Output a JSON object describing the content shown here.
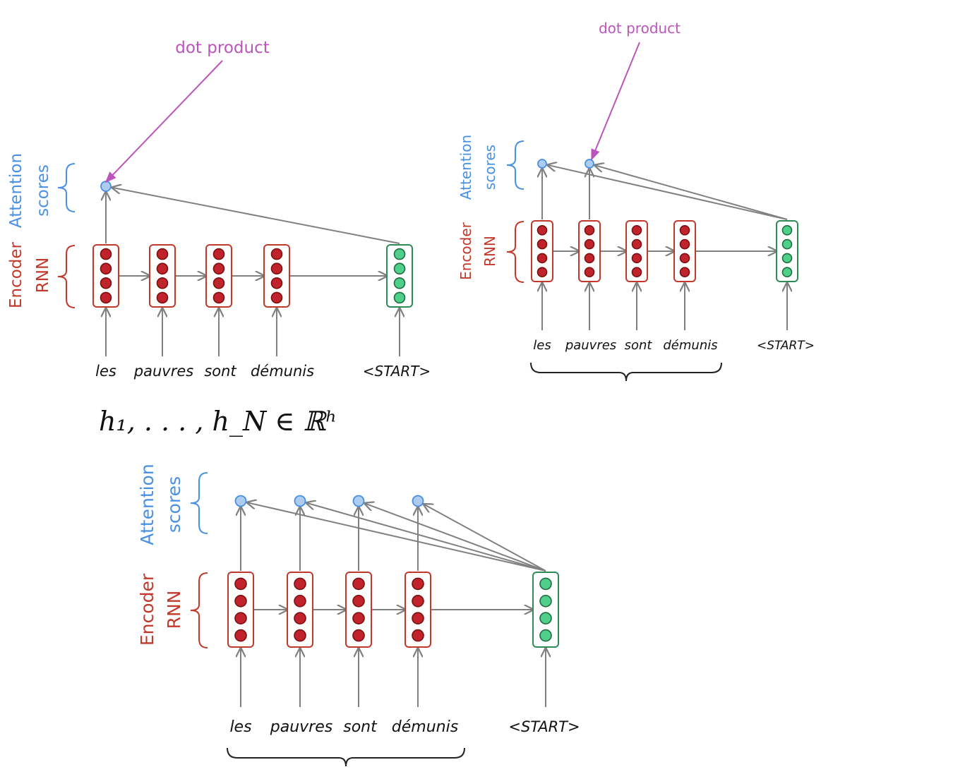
{
  "annotation": "dot product",
  "labels": {
    "attention": [
      "Attention",
      "scores"
    ],
    "encoder": [
      "Encoder",
      "RNN"
    ]
  },
  "words": [
    "les",
    "pauvres",
    "sont",
    "démunis"
  ],
  "start_token": "<START>",
  "formula": "h₁, . . . , h_N ∈ ℝʰ",
  "colors": {
    "encoder": "#c0392b",
    "encoder_fill": "#c0232b",
    "decoder": "#2e8b57",
    "decoder_fill": "#4fd08a",
    "attention": "#4a90e2",
    "attention_fill": "#aecbf0",
    "annotation": "#bb55bb",
    "arrow": "#808080"
  },
  "panels": [
    {
      "id": "panel-1",
      "score_count": 1,
      "has_annotation": true,
      "has_brace": false
    },
    {
      "id": "panel-2",
      "score_count": 2,
      "has_annotation": true,
      "has_brace": true
    },
    {
      "id": "panel-3",
      "score_count": 4,
      "has_annotation": false,
      "has_brace": true
    }
  ]
}
